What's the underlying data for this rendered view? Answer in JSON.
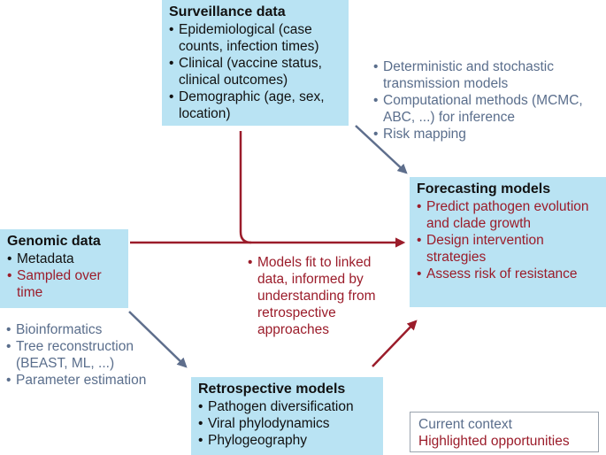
{
  "colors": {
    "box_fill": "#b9e3f3",
    "context_text": "#5a6e8c",
    "opportunity_text": "#9b1c2a",
    "context_arrow": "#5e6e8c",
    "opportunity_arrow": "#9b1c2a"
  },
  "surveillance": {
    "title": "Surveillance data",
    "items": [
      "Epidemiological (case counts, infection times)",
      "Clinical (vaccine status, clinical outcomes)",
      "Demographic (age, sex, location)"
    ]
  },
  "genomic": {
    "title": "Genomic data",
    "items": [
      "Metadata",
      "Sampled over time"
    ]
  },
  "forecasting": {
    "title": "Forecasting models",
    "items": [
      "Predict pathogen evolution and clade growth",
      "Design intervention strategies",
      "Assess risk of resistance"
    ]
  },
  "retrospective": {
    "title": "Retrospective models",
    "items": [
      "Pathogen diversification",
      "Viral phylodynamics",
      "Phylogeography"
    ]
  },
  "methods_top": {
    "items": [
      "Deterministic and stochastic transmission models",
      "Computational methods (MCMC, ABC, ...) for inference",
      "Risk mapping"
    ]
  },
  "methods_left": {
    "items": [
      "Bioinformatics",
      "Tree reconstruction (BEAST, ML, ...)",
      "Parameter estimation"
    ]
  },
  "center_note": {
    "text": "Models fit to linked data, informed by understanding from retrospective approaches"
  },
  "legend": {
    "context": "Current context",
    "opportunities": "Highlighted opportunities"
  }
}
